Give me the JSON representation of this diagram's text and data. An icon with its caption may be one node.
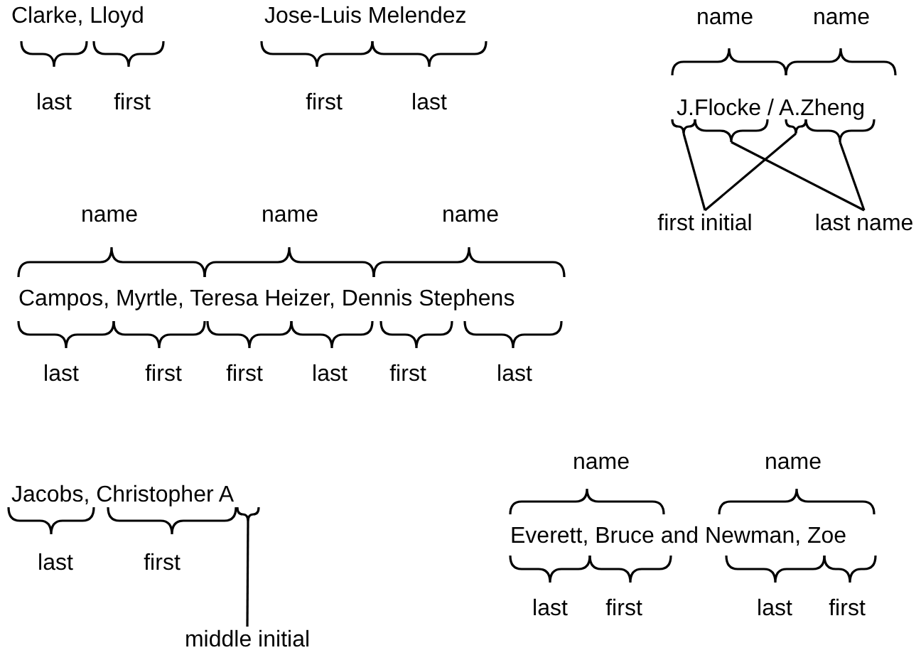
{
  "diagram": {
    "nodes": [
      {
        "text": [],
        "shape": "brace"
      },
      {
        "text": [],
        "shape": "brace"
      },
      {
        "text": [],
        "shape": "brace"
      },
      {
        "text": [],
        "shape": "brace"
      },
      {
        "text": [
          "first initial"
        ]
      },
      {
        "text": [
          "last name"
        ]
      },
      {
        "text": [],
        "shape": "brace"
      },
      {
        "text": [
          "middle initial"
        ]
      }
    ],
    "edges": [
      {
        "from": 4,
        "to": 0,
        "arrow": "none"
      },
      {
        "from": 4,
        "to": 2,
        "arrow": "none"
      },
      {
        "from": 5,
        "to": 1,
        "arrow": "none"
      },
      {
        "from": 5,
        "to": 3,
        "arrow": "none"
      },
      {
        "from": 7,
        "to": 6,
        "arrow": "none"
      }
    ],
    "labels": [
      "Clarke, Lloyd",
      "last",
      "first",
      "Jose-Luis Melendez",
      "first",
      "last",
      "name",
      "name",
      "J.Flocke / A.Zheng",
      "name",
      "name",
      "name",
      "Campos, Myrtle, Teresa Heizer, Dennis Stephens",
      "last",
      "first",
      "first",
      "last",
      "first",
      "last",
      "Jacobs, Christopher A",
      "last",
      "first",
      "name",
      "name",
      "Everett, Bruce and Newman, Zoe",
      "last",
      "first",
      "last",
      "first"
    ]
  }
}
